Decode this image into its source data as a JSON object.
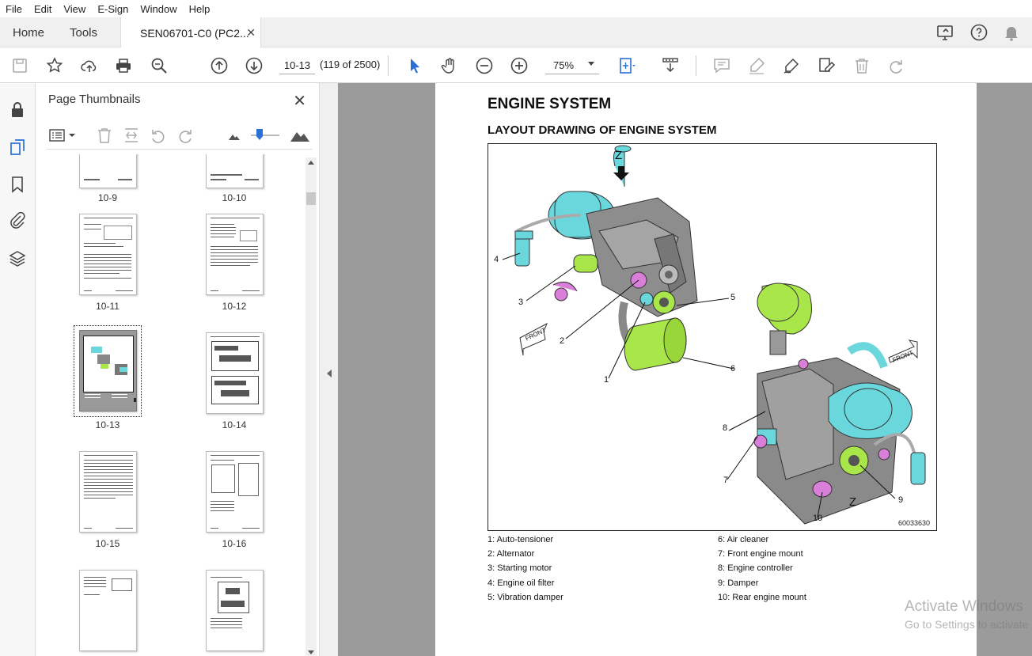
{
  "menu": [
    "File",
    "Edit",
    "View",
    "E-Sign",
    "Window",
    "Help"
  ],
  "tabs": {
    "home": "Home",
    "tools": "Tools",
    "document": "SEN06701-C0 (PC2..."
  },
  "toolbar": {
    "page_value": "10-13",
    "page_count": "(119 of 2500)",
    "zoom": "75%"
  },
  "panel": {
    "title": "Page Thumbnails",
    "thumbnails": [
      {
        "label": "10-9"
      },
      {
        "label": "10-10"
      },
      {
        "label": "10-11"
      },
      {
        "label": "10-12"
      },
      {
        "label": "10-13"
      },
      {
        "label": "10-14"
      },
      {
        "label": "10-15"
      },
      {
        "label": "10-16"
      }
    ]
  },
  "document": {
    "heading": "ENGINE SYSTEM",
    "subheading": "LAYOUT DRAWING OF ENGINE SYSTEM",
    "figure_id": "60033630",
    "z_label": "Z",
    "callouts": [
      "1",
      "2",
      "3",
      "4",
      "5",
      "6",
      "7",
      "8",
      "9",
      "10"
    ],
    "legend_left": [
      "1: Auto-tensioner",
      "2: Alternator",
      "3: Starting motor",
      "4: Engine oil filter",
      "5: Vibration damper"
    ],
    "legend_right": [
      "6: Air cleaner",
      "7: Front engine mount",
      "8: Engine controller",
      "9: Damper",
      "10: Rear engine mount"
    ],
    "front_label": "FRONT"
  },
  "watermark": {
    "line1": "Activate Windows",
    "line2": "Go to Settings to activate"
  },
  "colors": {
    "cyan": "#6ad7dd",
    "lime": "#a8e64a",
    "magenta": "#d97fd9",
    "accent": "#2a6fd6"
  }
}
